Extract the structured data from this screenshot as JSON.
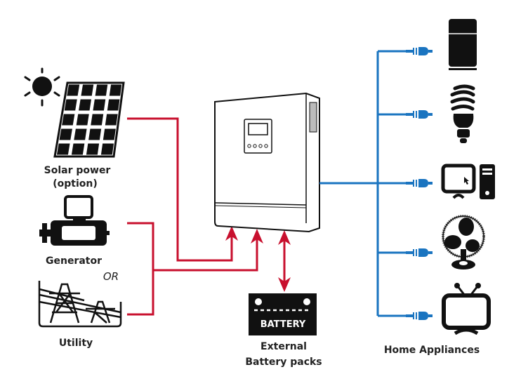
{
  "colors": {
    "ac_input_lines": "#c8102e",
    "output_lines": "#1a74c0",
    "icons": "#111111"
  },
  "sources": {
    "solar": {
      "label_line1": "Solar power",
      "label_line2": "(option)",
      "icon": "solar-panel-icon"
    },
    "generator": {
      "label": "Generator",
      "icon": "generator-icon"
    },
    "or_label": "OR",
    "utility": {
      "label": "Utility",
      "icon": "power-tower-icon"
    }
  },
  "inverter": {
    "icon": "inverter-icon"
  },
  "battery": {
    "badge": "BATTERY",
    "label_line1": "External",
    "label_line2": "Battery packs"
  },
  "appliances": {
    "label": "Home Appliances",
    "items": [
      "refrigerator-icon",
      "light-bulb-icon",
      "computer-icon",
      "fan-icon",
      "tv-icon"
    ]
  }
}
